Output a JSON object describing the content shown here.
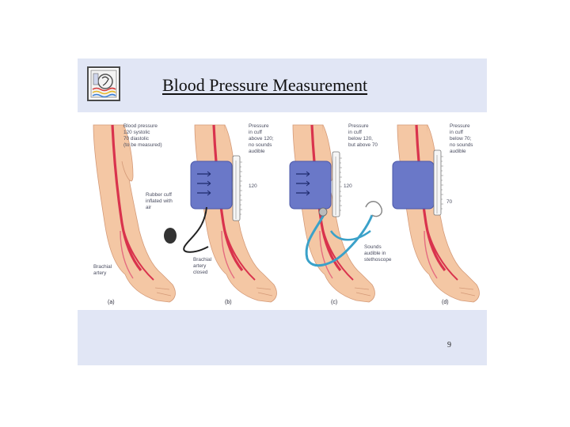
{
  "title": "Blood Pressure Measurement",
  "page_number": "9",
  "logo_icon": "document-chart-icon",
  "colors": {
    "slide_bg": "#e1e6f5",
    "skin": "#f4c7a4",
    "artery": "#d9334d",
    "cuff": "#6a78c8",
    "tube": "#3aa1c9"
  },
  "panels": [
    {
      "id": "a",
      "tag": "(a)",
      "labels": {
        "bp": [
          "Blood pressure",
          "120 systolic",
          "70 diastolic",
          "(to be measured)"
        ],
        "artery": [
          "Brachial",
          "artery"
        ]
      }
    },
    {
      "id": "b",
      "tag": "(b)",
      "labels": {
        "pressure": [
          "Pressure",
          "in cuff",
          "above 120;",
          "no sounds",
          "audible"
        ],
        "cuff": [
          "Rubber cuff",
          "inflated with",
          "air"
        ],
        "artery": [
          "Brachial",
          "artery",
          "closed"
        ],
        "gauge": "120"
      }
    },
    {
      "id": "c",
      "tag": "(c)",
      "labels": {
        "pressure": [
          "Pressure",
          "in cuff",
          "below 120,",
          "but above 70"
        ],
        "sounds": [
          "Sounds",
          "audible in",
          "stethoscope"
        ],
        "gauge": "120"
      }
    },
    {
      "id": "d",
      "tag": "(d)",
      "labels": {
        "pressure": [
          "Pressure",
          "in cuff",
          "below 70;",
          "no sounds",
          "audible"
        ],
        "gauge": "70"
      }
    }
  ]
}
